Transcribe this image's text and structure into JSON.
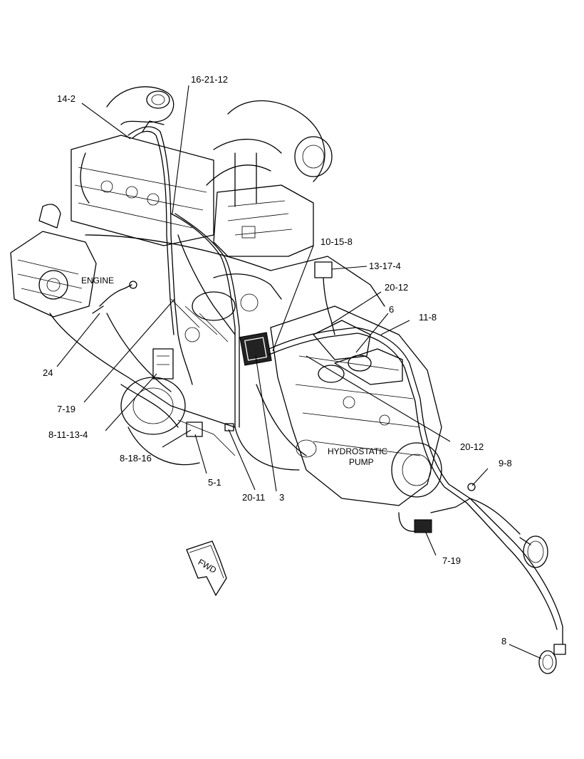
{
  "text_labels": {
    "engine": "ENGINE",
    "pump_line1": "HYDROSTATIC",
    "pump_line2": "PUMP",
    "fwd": "FWD"
  },
  "callouts": [
    {
      "id": "c1",
      "text": "16-21-12"
    },
    {
      "id": "c2",
      "text": "14-2"
    },
    {
      "id": "c3",
      "text": "10-15-8"
    },
    {
      "id": "c4",
      "text": "13-17-4"
    },
    {
      "id": "c5",
      "text": "20-12"
    },
    {
      "id": "c6",
      "text": "6"
    },
    {
      "id": "c7",
      "text": "11-8"
    },
    {
      "id": "c8",
      "text": "24"
    },
    {
      "id": "c9",
      "text": "7-19"
    },
    {
      "id": "c10",
      "text": "8-11-13-4"
    },
    {
      "id": "c11",
      "text": "8-18-16"
    },
    {
      "id": "c12",
      "text": "5-1"
    },
    {
      "id": "c13",
      "text": "20-11"
    },
    {
      "id": "c14",
      "text": "3"
    },
    {
      "id": "c15",
      "text": "20-12"
    },
    {
      "id": "c16",
      "text": "9-8"
    },
    {
      "id": "c17",
      "text": "7-19"
    },
    {
      "id": "c18",
      "text": "8"
    }
  ]
}
